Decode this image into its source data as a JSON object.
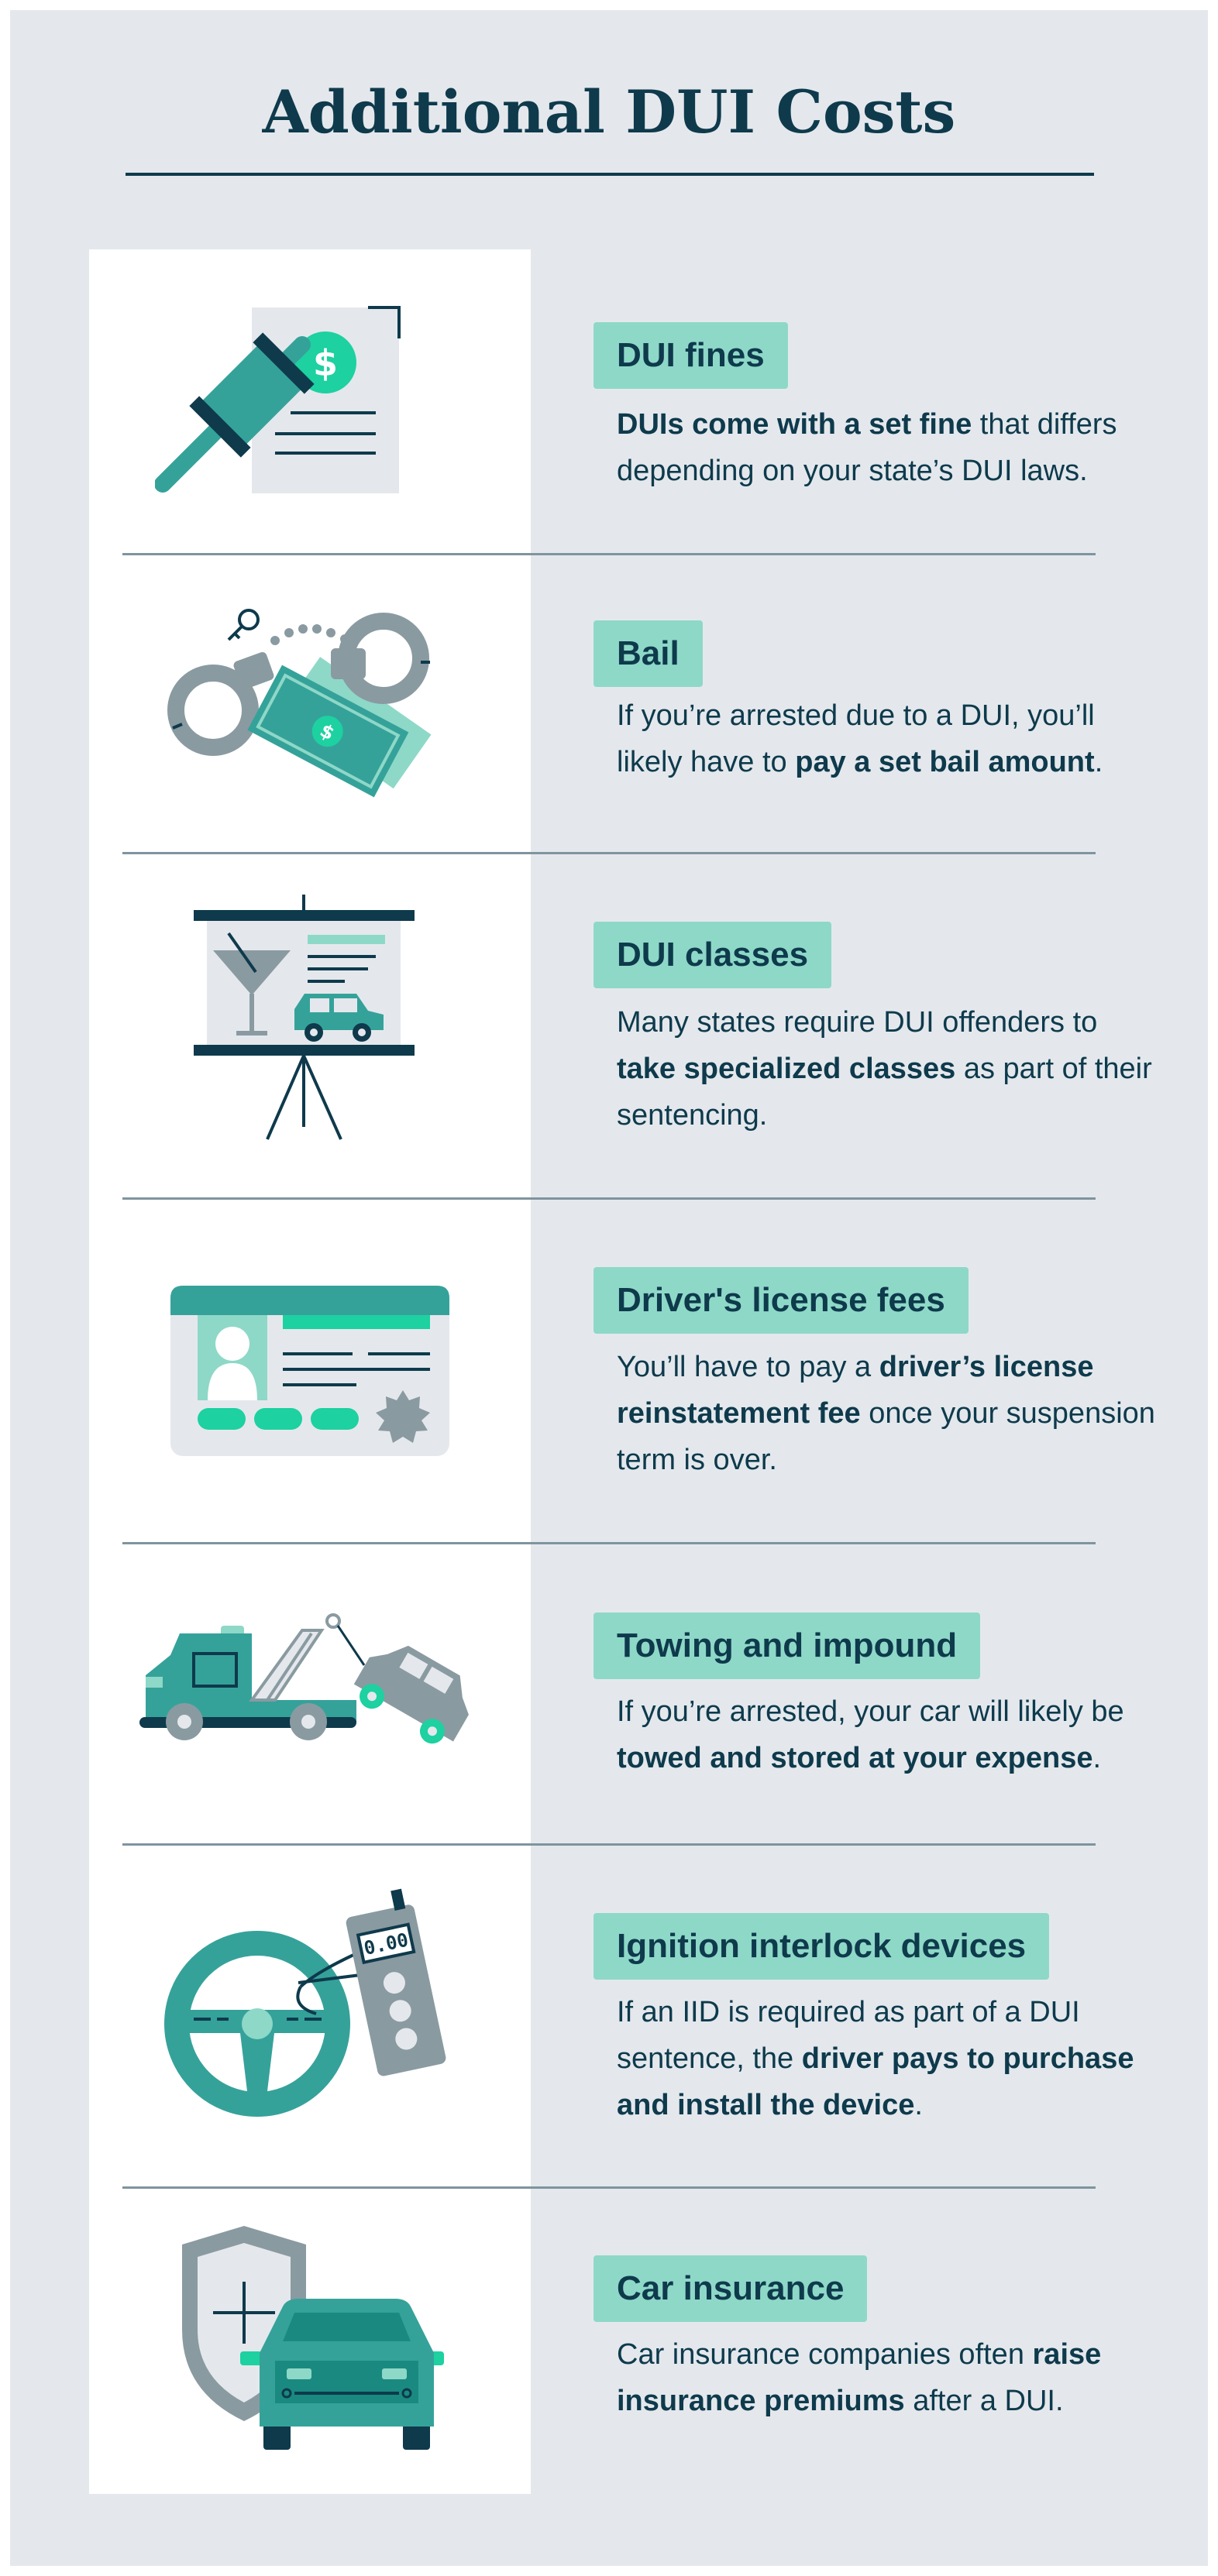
{
  "page": {
    "title": "Additional DUI Costs"
  },
  "colors": {
    "navy": "#0e3a4c",
    "teal": "#35a29a",
    "mint": "#8ed8c8",
    "bright_green": "#1dd1a1",
    "gray": "#8a9aa1",
    "background": "#e4e8ec"
  },
  "items": [
    {
      "icon": "gavel-invoice-icon",
      "title": "DUI fines",
      "desc": [
        {
          "text": "DUIs come with a set fine",
          "bold": true
        },
        {
          "text": " that differs depending on your state’s DUI laws.",
          "bold": false
        }
      ]
    },
    {
      "icon": "handcuffs-money-icon",
      "title": "Bail",
      "desc": [
        {
          "text": "If you’re arrested due to a DUI, you’ll likely have to ",
          "bold": false
        },
        {
          "text": "pay a set bail amount",
          "bold": true
        },
        {
          "text": ".",
          "bold": false
        }
      ]
    },
    {
      "icon": "presentation-board-icon",
      "title": "DUI classes",
      "desc": [
        {
          "text": "Many states require DUI offenders to ",
          "bold": false
        },
        {
          "text": "take specialized classes",
          "bold": true
        },
        {
          "text": " as part of their sentencing.",
          "bold": false
        }
      ]
    },
    {
      "icon": "drivers-license-icon",
      "title": "Driver's license fees",
      "desc": [
        {
          "text": "You’ll have to pay a ",
          "bold": false
        },
        {
          "text": "driver’s license reinstatement fee",
          "bold": true
        },
        {
          "text": " once your suspension term is over.",
          "bold": false
        }
      ]
    },
    {
      "icon": "tow-truck-icon",
      "title": "Towing and impound",
      "desc": [
        {
          "text": "If you’re arrested, your car will likely be ",
          "bold": false
        },
        {
          "text": "towed and stored at your expense",
          "bold": true
        },
        {
          "text": ".",
          "bold": false
        }
      ]
    },
    {
      "icon": "steering-breathalyzer-icon",
      "breathalyzer_reading": "0.00",
      "title": "Ignition interlock devices",
      "desc": [
        {
          "text": "If an IID is required as part of a DUI sentence, the ",
          "bold": false
        },
        {
          "text": "driver pays to purchase and install the device",
          "bold": true
        },
        {
          "text": ".",
          "bold": false
        }
      ]
    },
    {
      "icon": "shield-car-icon",
      "title": "Car insurance",
      "desc": [
        {
          "text": "Car insurance companies often ",
          "bold": false
        },
        {
          "text": "raise insurance premiums",
          "bold": true
        },
        {
          "text": " after a DUI.",
          "bold": false
        }
      ]
    }
  ]
}
